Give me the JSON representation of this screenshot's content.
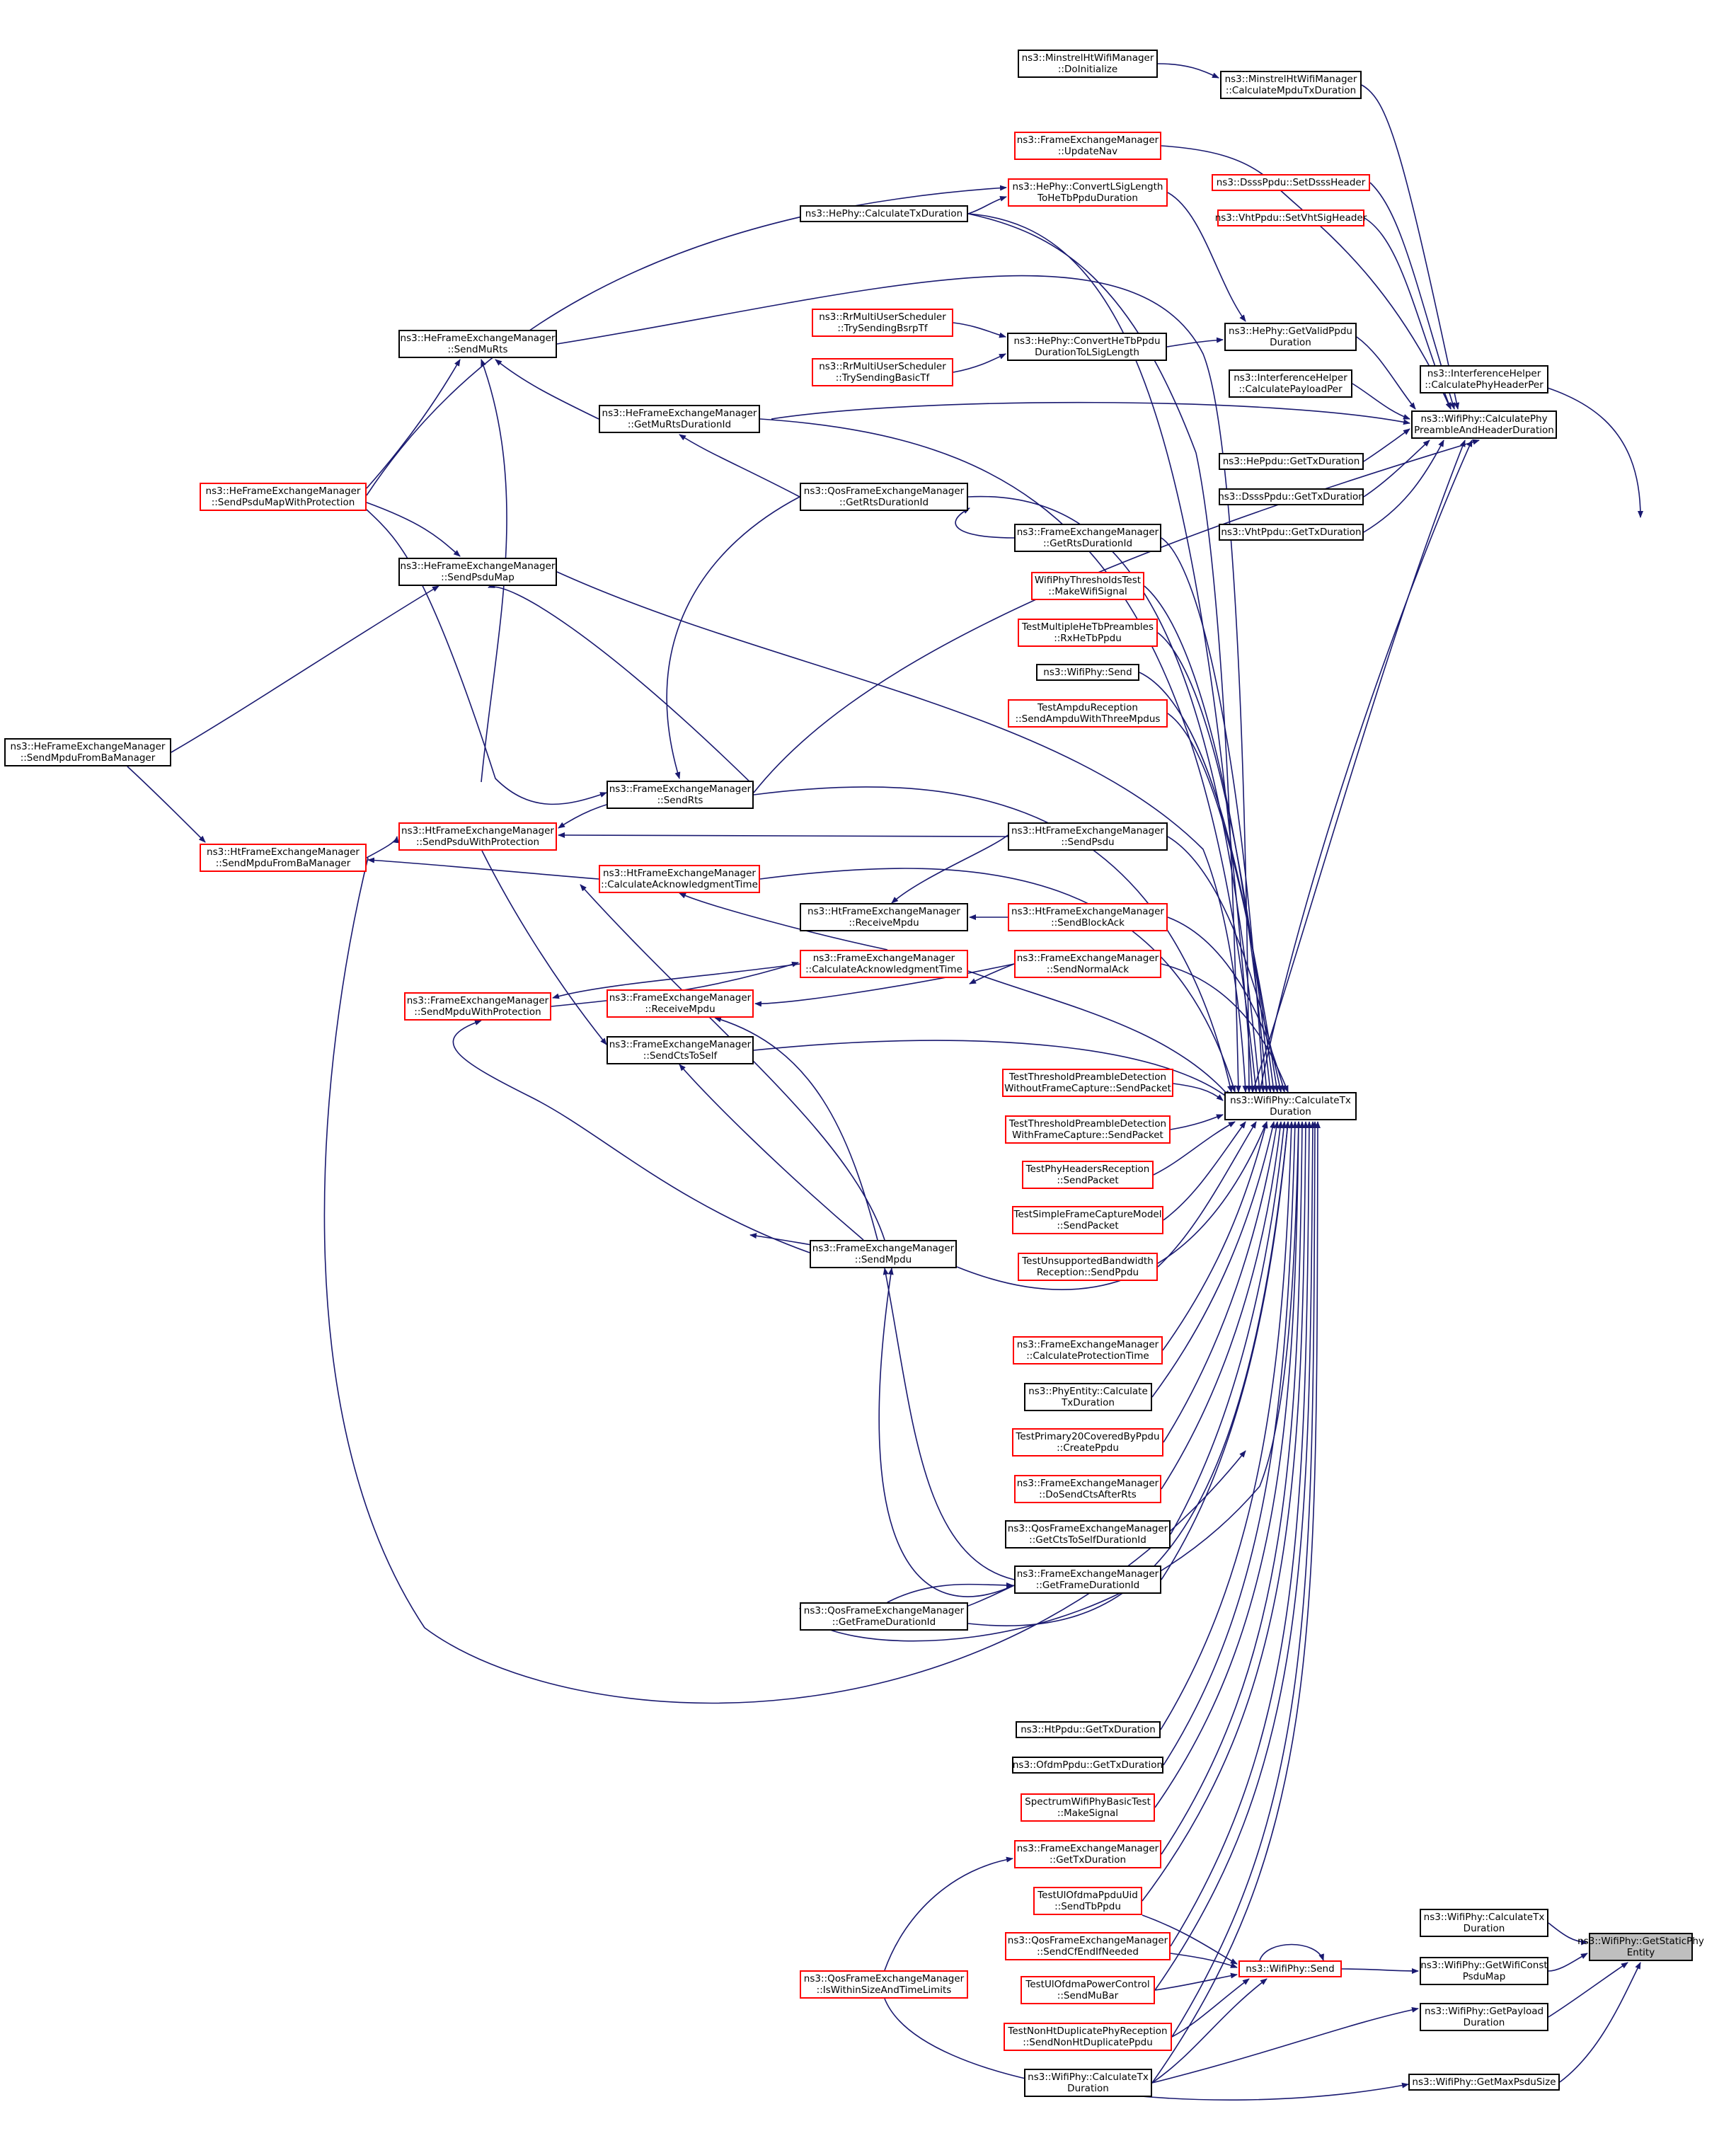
{
  "colors": {
    "edge": "#191970",
    "box_border": "#000000",
    "box_border_red": "#ff0000",
    "root_fill": "#bfbfbf",
    "background": "#ffffff"
  },
  "nodes": {
    "getstaticphyentity": {
      "lines": [
        "ns3::WifiPhy::GetStaticPhy",
        "Entity"
      ]
    },
    "interferencehelper_calcphyheaderper": {
      "lines": [
        "ns3::InterferenceHelper",
        "::CalculatePhyHeaderPer"
      ]
    },
    "wifiphy_calculatetxduration_a": {
      "lines": [
        "ns3::WifiPhy::CalculateTx",
        "Duration"
      ]
    },
    "wifiphy_getwificonstpsdumap": {
      "lines": [
        "ns3::WifiPhy::GetWifiConst",
        "PsduMap"
      ]
    },
    "wifiphy_getpayloadduration": {
      "lines": [
        "ns3::WifiPhy::GetPayload",
        "Duration"
      ]
    },
    "wifiphy_getmaxpsdusize": {
      "lines": [
        "ns3::WifiPhy::GetMaxPsduSize"
      ]
    },
    "wifiphy_calculatephypreambleandheaderduration": {
      "lines": [
        "ns3::WifiPhy::CalculatePhy",
        "PreambleAndHeaderDuration"
      ]
    },
    "wifiphy_calculatetxduration_main": {
      "lines": [
        "ns3::WifiPhy::CalculateTx",
        "Duration"
      ]
    },
    "wifiphy_send": {
      "lines": [
        "ns3::WifiPhy::Send"
      ]
    },
    "wifiphy_calculatetxduration_bottom": {
      "lines": [
        "ns3::WifiPhy::CalculateTx",
        "Duration"
      ]
    },
    "minstrelht_doinitialize": {
      "lines": [
        "ns3::MinstrelHtWifiManager",
        "::DoInitialize"
      ]
    },
    "minstrelht_calcmpdutxduration": {
      "lines": [
        "ns3::MinstrelHtWifiManager",
        "::CalculateMpduTxDuration"
      ]
    },
    "fem_updatenav": {
      "lines": [
        "ns3::FrameExchangeManager",
        "::UpdateNav"
      ]
    },
    "dsssppdu_setdsssheader": {
      "lines": [
        "ns3::DsssPpdu::SetDsssHeader"
      ]
    },
    "hephy_convertlsiglength": {
      "lines": [
        "ns3::HePhy::ConvertLSigLength",
        "ToHeTbPpduDuration"
      ]
    },
    "vhtppdu_setvhtsigheader": {
      "lines": [
        "ns3::VhtPpdu::SetVhtSigHeader"
      ]
    },
    "hephy_calculatetxduration": {
      "lines": [
        "ns3::HePhy::CalculateTxDuration"
      ]
    },
    "rr_trysendingbsrptf": {
      "lines": [
        "ns3::RrMultiUserScheduler",
        "::TrySendingBsrpTf"
      ]
    },
    "hephy_getvalidppduduration": {
      "lines": [
        "ns3::HePhy::GetValidPpdu",
        "Duration"
      ]
    },
    "hefem_sendmurts": {
      "lines": [
        "ns3::HeFrameExchangeManager",
        "::SendMuRts"
      ]
    },
    "hephy_converthetbppdu": {
      "lines": [
        "ns3::HePhy::ConvertHeTbPpdu",
        "DurationToLSigLength"
      ]
    },
    "rr_trysendingbasictf": {
      "lines": [
        "ns3::RrMultiUserScheduler",
        "::TrySendingBasicTf"
      ]
    },
    "interferencehelper_calcpayloadper": {
      "lines": [
        "ns3::InterferenceHelper",
        "::CalculatePayloadPer"
      ]
    },
    "hefem_getmurtsdurationid": {
      "lines": [
        "ns3::HeFrameExchangeManager",
        "::GetMuRtsDurationId"
      ]
    },
    "heppdu_gettxduration": {
      "lines": [
        "ns3::HePpdu::GetTxDuration"
      ]
    },
    "hefem_sendpsdumapwithprotection": {
      "lines": [
        "ns3::HeFrameExchangeManager",
        "::SendPsduMapWithProtection"
      ]
    },
    "qosfem_getrtsdurationid": {
      "lines": [
        "ns3::QosFrameExchangeManager",
        "::GetRtsDurationId"
      ]
    },
    "dsssppdu_gettxduration": {
      "lines": [
        "ns3::DsssPpdu::GetTxDuration"
      ]
    },
    "vhtppdu_gettxduration": {
      "lines": [
        "ns3::VhtPpdu::GetTxDuration"
      ]
    },
    "fem_getrtsdurationid": {
      "lines": [
        "ns3::FrameExchangeManager",
        "::GetRtsDurationId"
      ]
    },
    "hefem_sendpsdumap": {
      "lines": [
        "ns3::HeFrameExchangeManager",
        "::SendPsduMap"
      ]
    },
    "wifiphythresholdstest_makewifisignal": {
      "lines": [
        "WifiPhyThresholdsTest",
        "::MakeWifiSignal"
      ]
    },
    "testmultipleheTbpreambles_rxhetbppdu": {
      "lines": [
        "TestMultipleHeTbPreambles",
        "::RxHeTbPpdu"
      ]
    },
    "wifiphy_send_mid": {
      "lines": [
        "ns3::WifiPhy::Send"
      ]
    },
    "testampdureception_sendampdu": {
      "lines": [
        "TestAmpduReception",
        "::SendAmpduWithThreeMpdus"
      ]
    },
    "hefem_sendmpdufrombamanager": {
      "lines": [
        "ns3::HeFrameExchangeManager",
        "::SendMpduFromBaManager"
      ]
    },
    "fem_sendrts": {
      "lines": [
        "ns3::FrameExchangeManager",
        "::SendRts"
      ]
    },
    "htfem_sendpsduwithprotection": {
      "lines": [
        "ns3::HtFrameExchangeManager",
        "::SendPsduWithProtection"
      ]
    },
    "htfem_sendpsdu": {
      "lines": [
        "ns3::HtFrameExchangeManager",
        "::SendPsdu"
      ]
    },
    "htfem_sendmpdufrombamanager": {
      "lines": [
        "ns3::HtFrameExchangeManager",
        "::SendMpduFromBaManager"
      ]
    },
    "htfem_calcackTime": {
      "lines": [
        "ns3::HtFrameExchangeManager",
        "::CalculateAcknowledgmentTime"
      ]
    },
    "htfem_receivempdu": {
      "lines": [
        "ns3::HtFrameExchangeManager",
        "::ReceiveMpdu"
      ]
    },
    "htfem_sendblockack": {
      "lines": [
        "ns3::HtFrameExchangeManager",
        "::SendBlockAck"
      ]
    },
    "fem_calcackTime": {
      "lines": [
        "ns3::FrameExchangeManager",
        "::CalculateAcknowledgmentTime"
      ]
    },
    "fem_sendnormalack": {
      "lines": [
        "ns3::FrameExchangeManager",
        "::SendNormalAck"
      ]
    },
    "fem_sendmpduwithprotection": {
      "lines": [
        "ns3::FrameExchangeManager",
        "::SendMpduWithProtection"
      ]
    },
    "fem_receivempdu": {
      "lines": [
        "ns3::FrameExchangeManager",
        "::ReceiveMpdu"
      ]
    },
    "fem_sendctstoself": {
      "lines": [
        "ns3::FrameExchangeManager",
        "::SendCtsToSelf"
      ]
    },
    "testthreshold_without": {
      "lines": [
        "TestThresholdPreambleDetection",
        "WithoutFrameCapture::SendPacket"
      ]
    },
    "testthreshold_with": {
      "lines": [
        "TestThresholdPreambleDetection",
        "WithFrameCapture::SendPacket"
      ]
    },
    "testphyheadersreception": {
      "lines": [
        "TestPhyHeadersReception",
        "::SendPacket"
      ]
    },
    "testsimpleframecapture": {
      "lines": [
        "TestSimpleFrameCaptureModel",
        "::SendPacket"
      ]
    },
    "fem_sendmpdu": {
      "lines": [
        "ns3::FrameExchangeManager",
        "::SendMpdu"
      ]
    },
    "testunsupportedbandwidth": {
      "lines": [
        "TestUnsupportedBandwidth",
        "Reception::SendPpdu"
      ]
    },
    "fem_calcprotectiontime": {
      "lines": [
        "ns3::FrameExchangeManager",
        "::CalculateProtectionTime"
      ]
    },
    "phyentity_calctxduration": {
      "lines": [
        "ns3::PhyEntity::Calculate",
        "TxDuration"
      ]
    },
    "testprimary20": {
      "lines": [
        "TestPrimary20CoveredByPpdu",
        "::CreatePpdu"
      ]
    },
    "fem_dosendctsafterrts": {
      "lines": [
        "ns3::FrameExchangeManager",
        "::DoSendCtsAfterRts"
      ]
    },
    "qosfem_getctstoselfdurationid": {
      "lines": [
        "ns3::QosFrameExchangeManager",
        "::GetCtsToSelfDurationId"
      ]
    },
    "fem_getframedurationid": {
      "lines": [
        "ns3::FrameExchangeManager",
        "::GetFrameDurationId"
      ]
    },
    "qosfem_getframedurationid": {
      "lines": [
        "ns3::QosFrameExchangeManager",
        "::GetFrameDurationId"
      ]
    },
    "htppdu_gettxduration": {
      "lines": [
        "ns3::HtPpdu::GetTxDuration"
      ]
    },
    "ofdmppdu_gettxduration": {
      "lines": [
        "ns3::OfdmPpdu::GetTxDuration"
      ]
    },
    "spectrumwifiphybasictest": {
      "lines": [
        "SpectrumWifiPhyBasicTest",
        "::MakeSignal"
      ]
    },
    "fem_gettxduration": {
      "lines": [
        "ns3::FrameExchangeManager",
        "::GetTxDuration"
      ]
    },
    "testulofdmappduuid": {
      "lines": [
        "TestUlOfdmaPpduUid",
        "::SendTbPpdu"
      ]
    },
    "qosfem_sendcfendifneeded": {
      "lines": [
        "ns3::QosFrameExchangeManager",
        "::SendCfEndIfNeeded"
      ]
    },
    "qosfem_iswithinsizeandtimelimits": {
      "lines": [
        "ns3::QosFrameExchangeManager",
        "::IsWithinSizeAndTimeLimits"
      ]
    },
    "testulofdmapowercontrol": {
      "lines": [
        "TestUlOfdmaPowerControl",
        "::SendMuBar"
      ]
    },
    "testnonhtduplicate": {
      "lines": [
        "TestNonHtDuplicatePhyReception",
        "::SendNonHtDuplicatePpdu"
      ]
    }
  }
}
